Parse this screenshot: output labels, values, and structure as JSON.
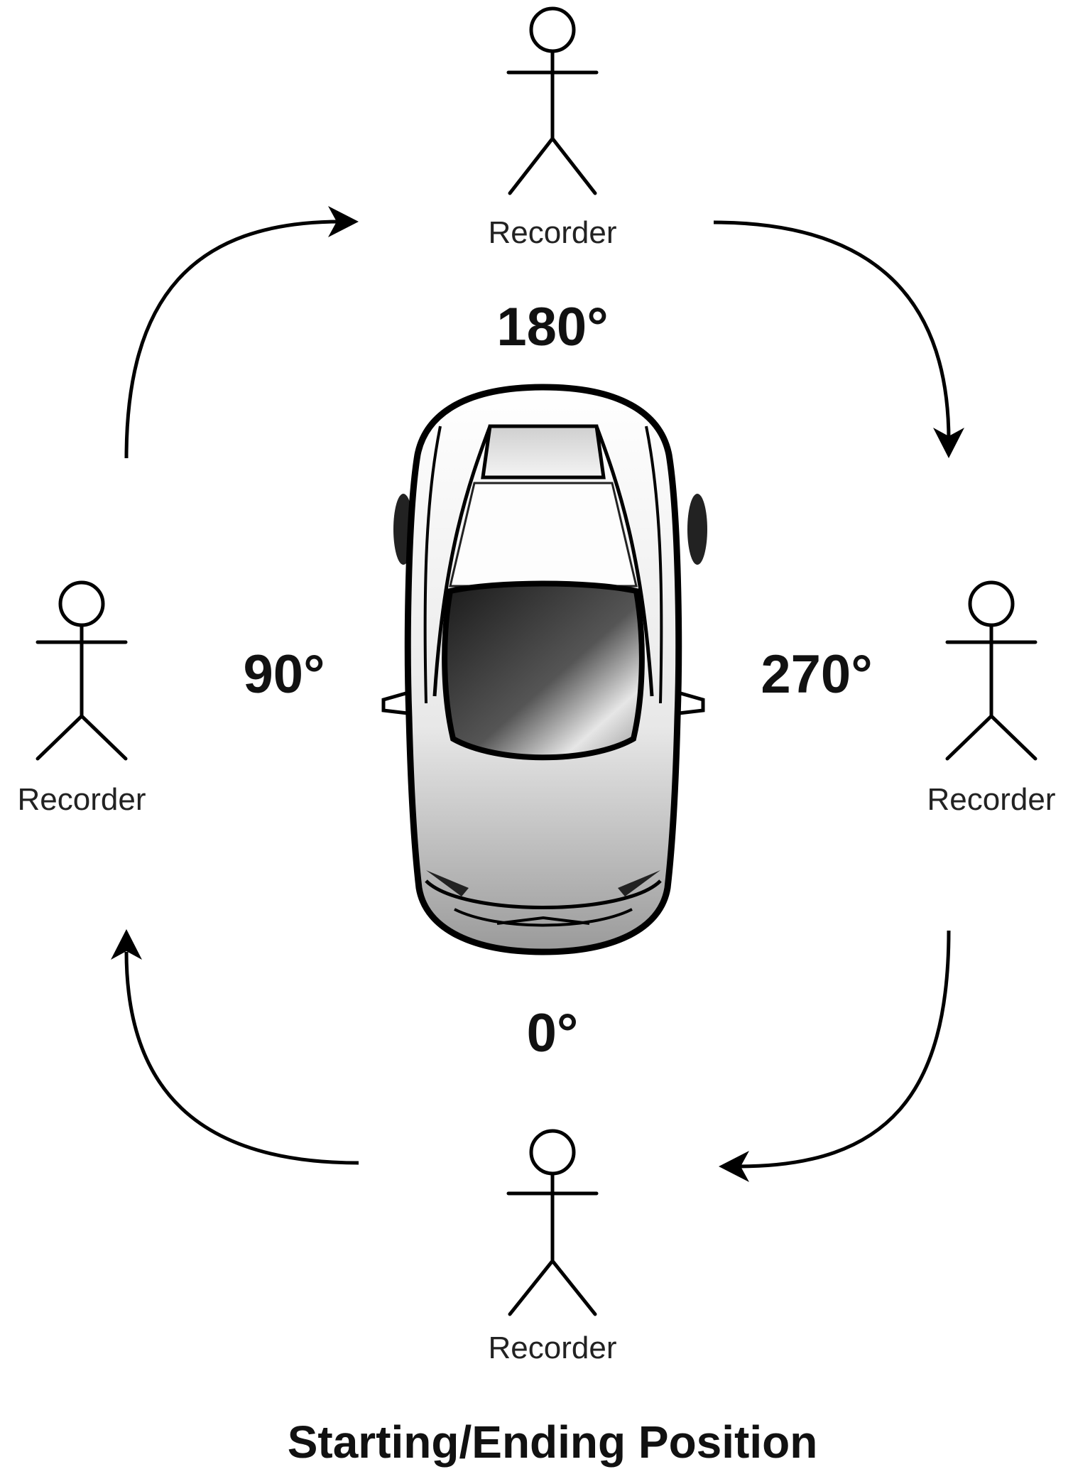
{
  "recorders": {
    "top": "Recorder",
    "left": "Recorder",
    "right": "Recorder",
    "bottom": "Recorder"
  },
  "angles": {
    "top": "180°",
    "left": "90°",
    "right": "270°",
    "bottom": "0°"
  },
  "caption": "Starting/Ending Position",
  "icons": {
    "person": "stick-figure-icon",
    "vehicle": "car-top-view-icon",
    "direction": "curved-arrow-icon"
  },
  "colors": {
    "ink": "#000000",
    "background": "#ffffff"
  }
}
